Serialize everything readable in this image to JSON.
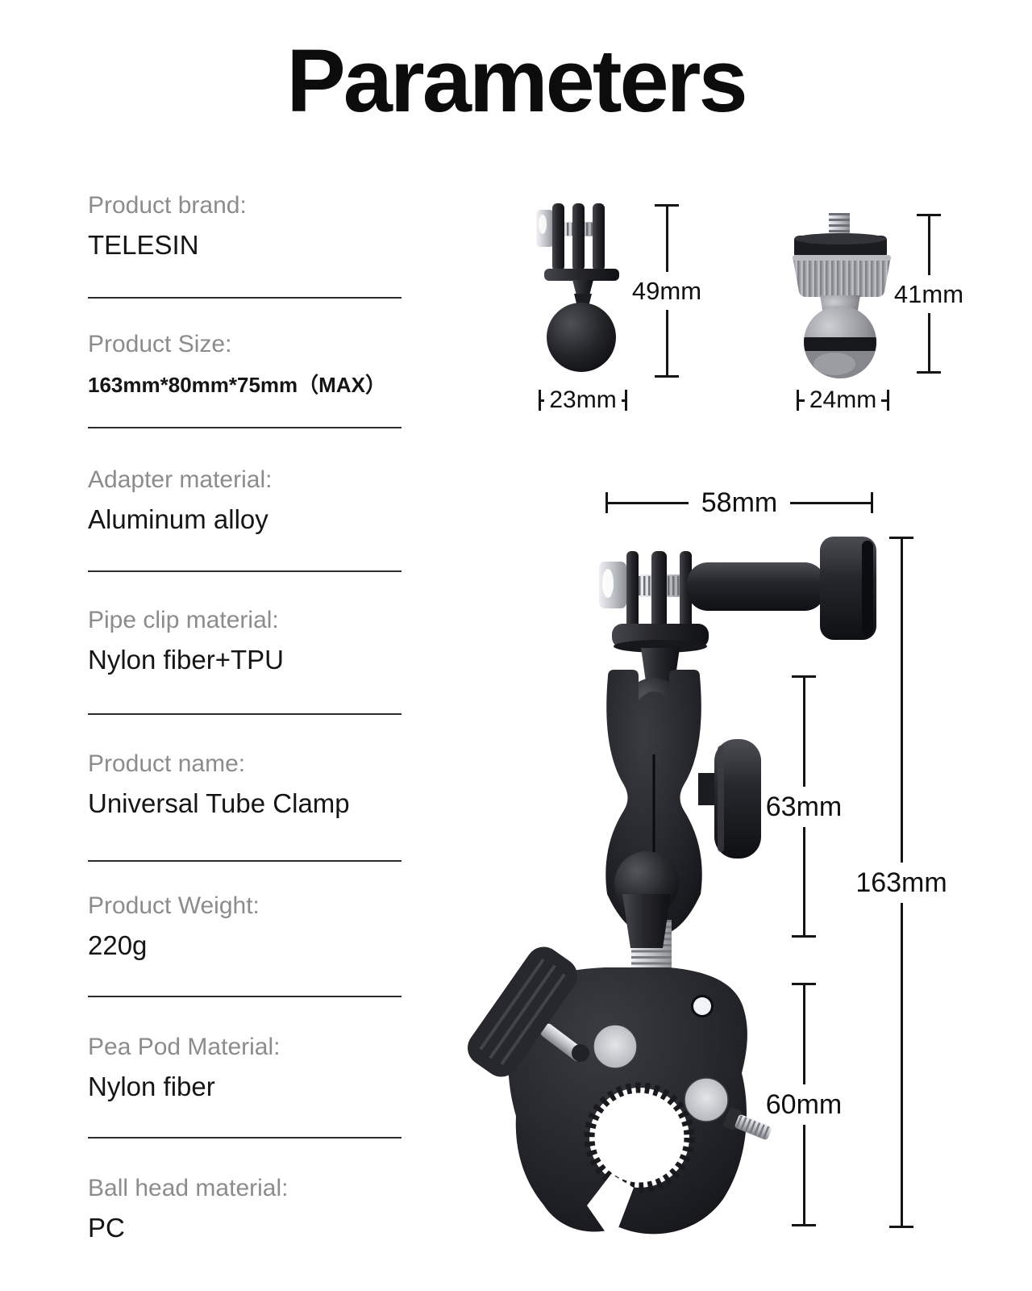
{
  "page": {
    "title": "Parameters"
  },
  "specs": [
    {
      "label": "Product brand:",
      "value": "TELESIN"
    },
    {
      "label": "Product Size:",
      "value": "163mm*80mm*75mm（MAX）"
    },
    {
      "label": "Adapter material:",
      "value": "Aluminum alloy"
    },
    {
      "label": "Pipe clip material:",
      "value": "Nylon fiber+TPU"
    },
    {
      "label": "Product name:",
      "value": "Universal Tube Clamp"
    },
    {
      "label": "Product Weight:",
      "value": "220g"
    },
    {
      "label": "Pea Pod Material:",
      "value": "Nylon fiber"
    },
    {
      "label": "Ball head material:",
      "value": "PC"
    }
  ],
  "dims": {
    "gopro_adapter_height": "49mm",
    "gopro_adapter_width": "23mm",
    "screw_adapter_height": "41mm",
    "screw_adapter_width": "24mm",
    "clamp_top_width": "58mm",
    "clamp_arm_height": "63mm",
    "clamp_total_height": "163mm",
    "clamp_jaw_height": "60mm"
  },
  "figures": {
    "gopro_adapter": "GoPro-style ball adapter",
    "screw_adapter": "1/4 inch screw ball adapter",
    "clamp": "Universal tube clamp with dual ball arm and claw clip"
  },
  "colors": {
    "background": "#ffffff",
    "title_text": "#0c0c0c",
    "label_gray": "#8c8c8c",
    "value_black": "#151515",
    "divider": "#2d2d2d",
    "dimension_line": "#151515",
    "product_black": "#26282c",
    "product_silver": "#c3c6cb",
    "product_gray": "#9fa1a6"
  }
}
